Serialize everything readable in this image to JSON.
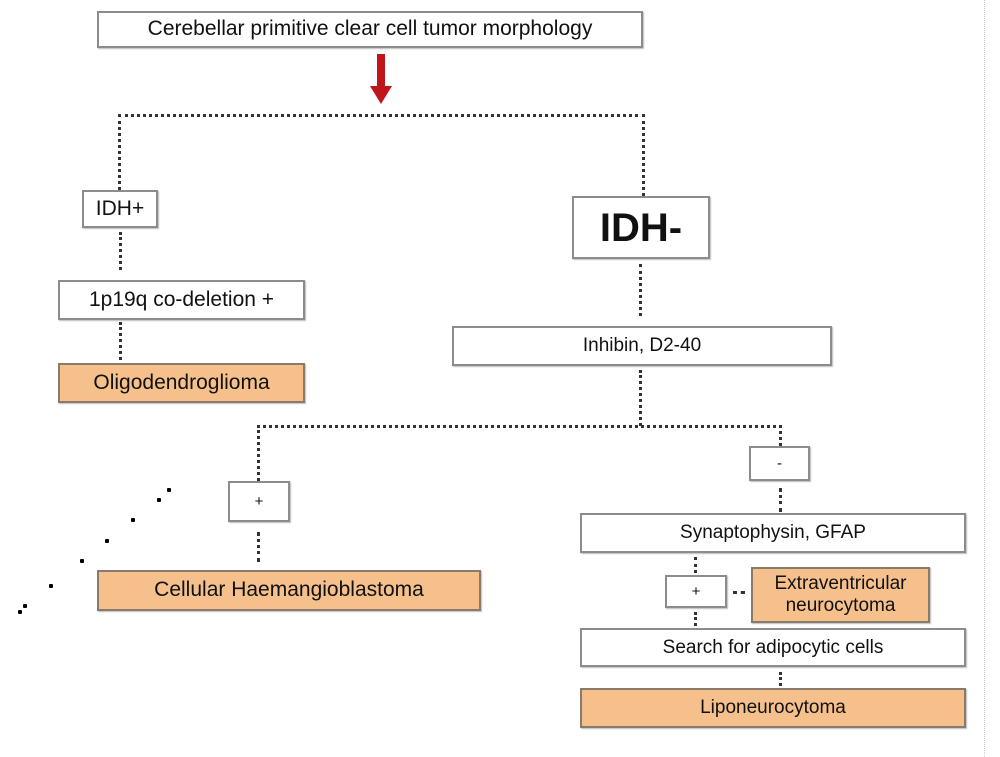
{
  "diagram": {
    "root": "Cerebellar primitive clear cell tumor morphology",
    "left_branch": {
      "marker": "IDH+",
      "test": "1p19q co-deletion +",
      "result": "Oligodendroglioma"
    },
    "right_branch": {
      "marker": "IDH-",
      "test": "Inhibin, D2-40",
      "positive": {
        "label": "+",
        "result": "Cellular Haemangioblastoma"
      },
      "negative": {
        "label": "-",
        "test": "Synaptophysin, GFAP",
        "positive_label": "+",
        "positive_result": "Extraventricular neurocytoma",
        "next_test": "Search for adipocytic cells",
        "final_result": "Liponeurocytoma"
      }
    },
    "colors": {
      "result_fill": "#f6c08d",
      "arrow": "#c0151b",
      "box_border": "#8c8c8c"
    }
  }
}
